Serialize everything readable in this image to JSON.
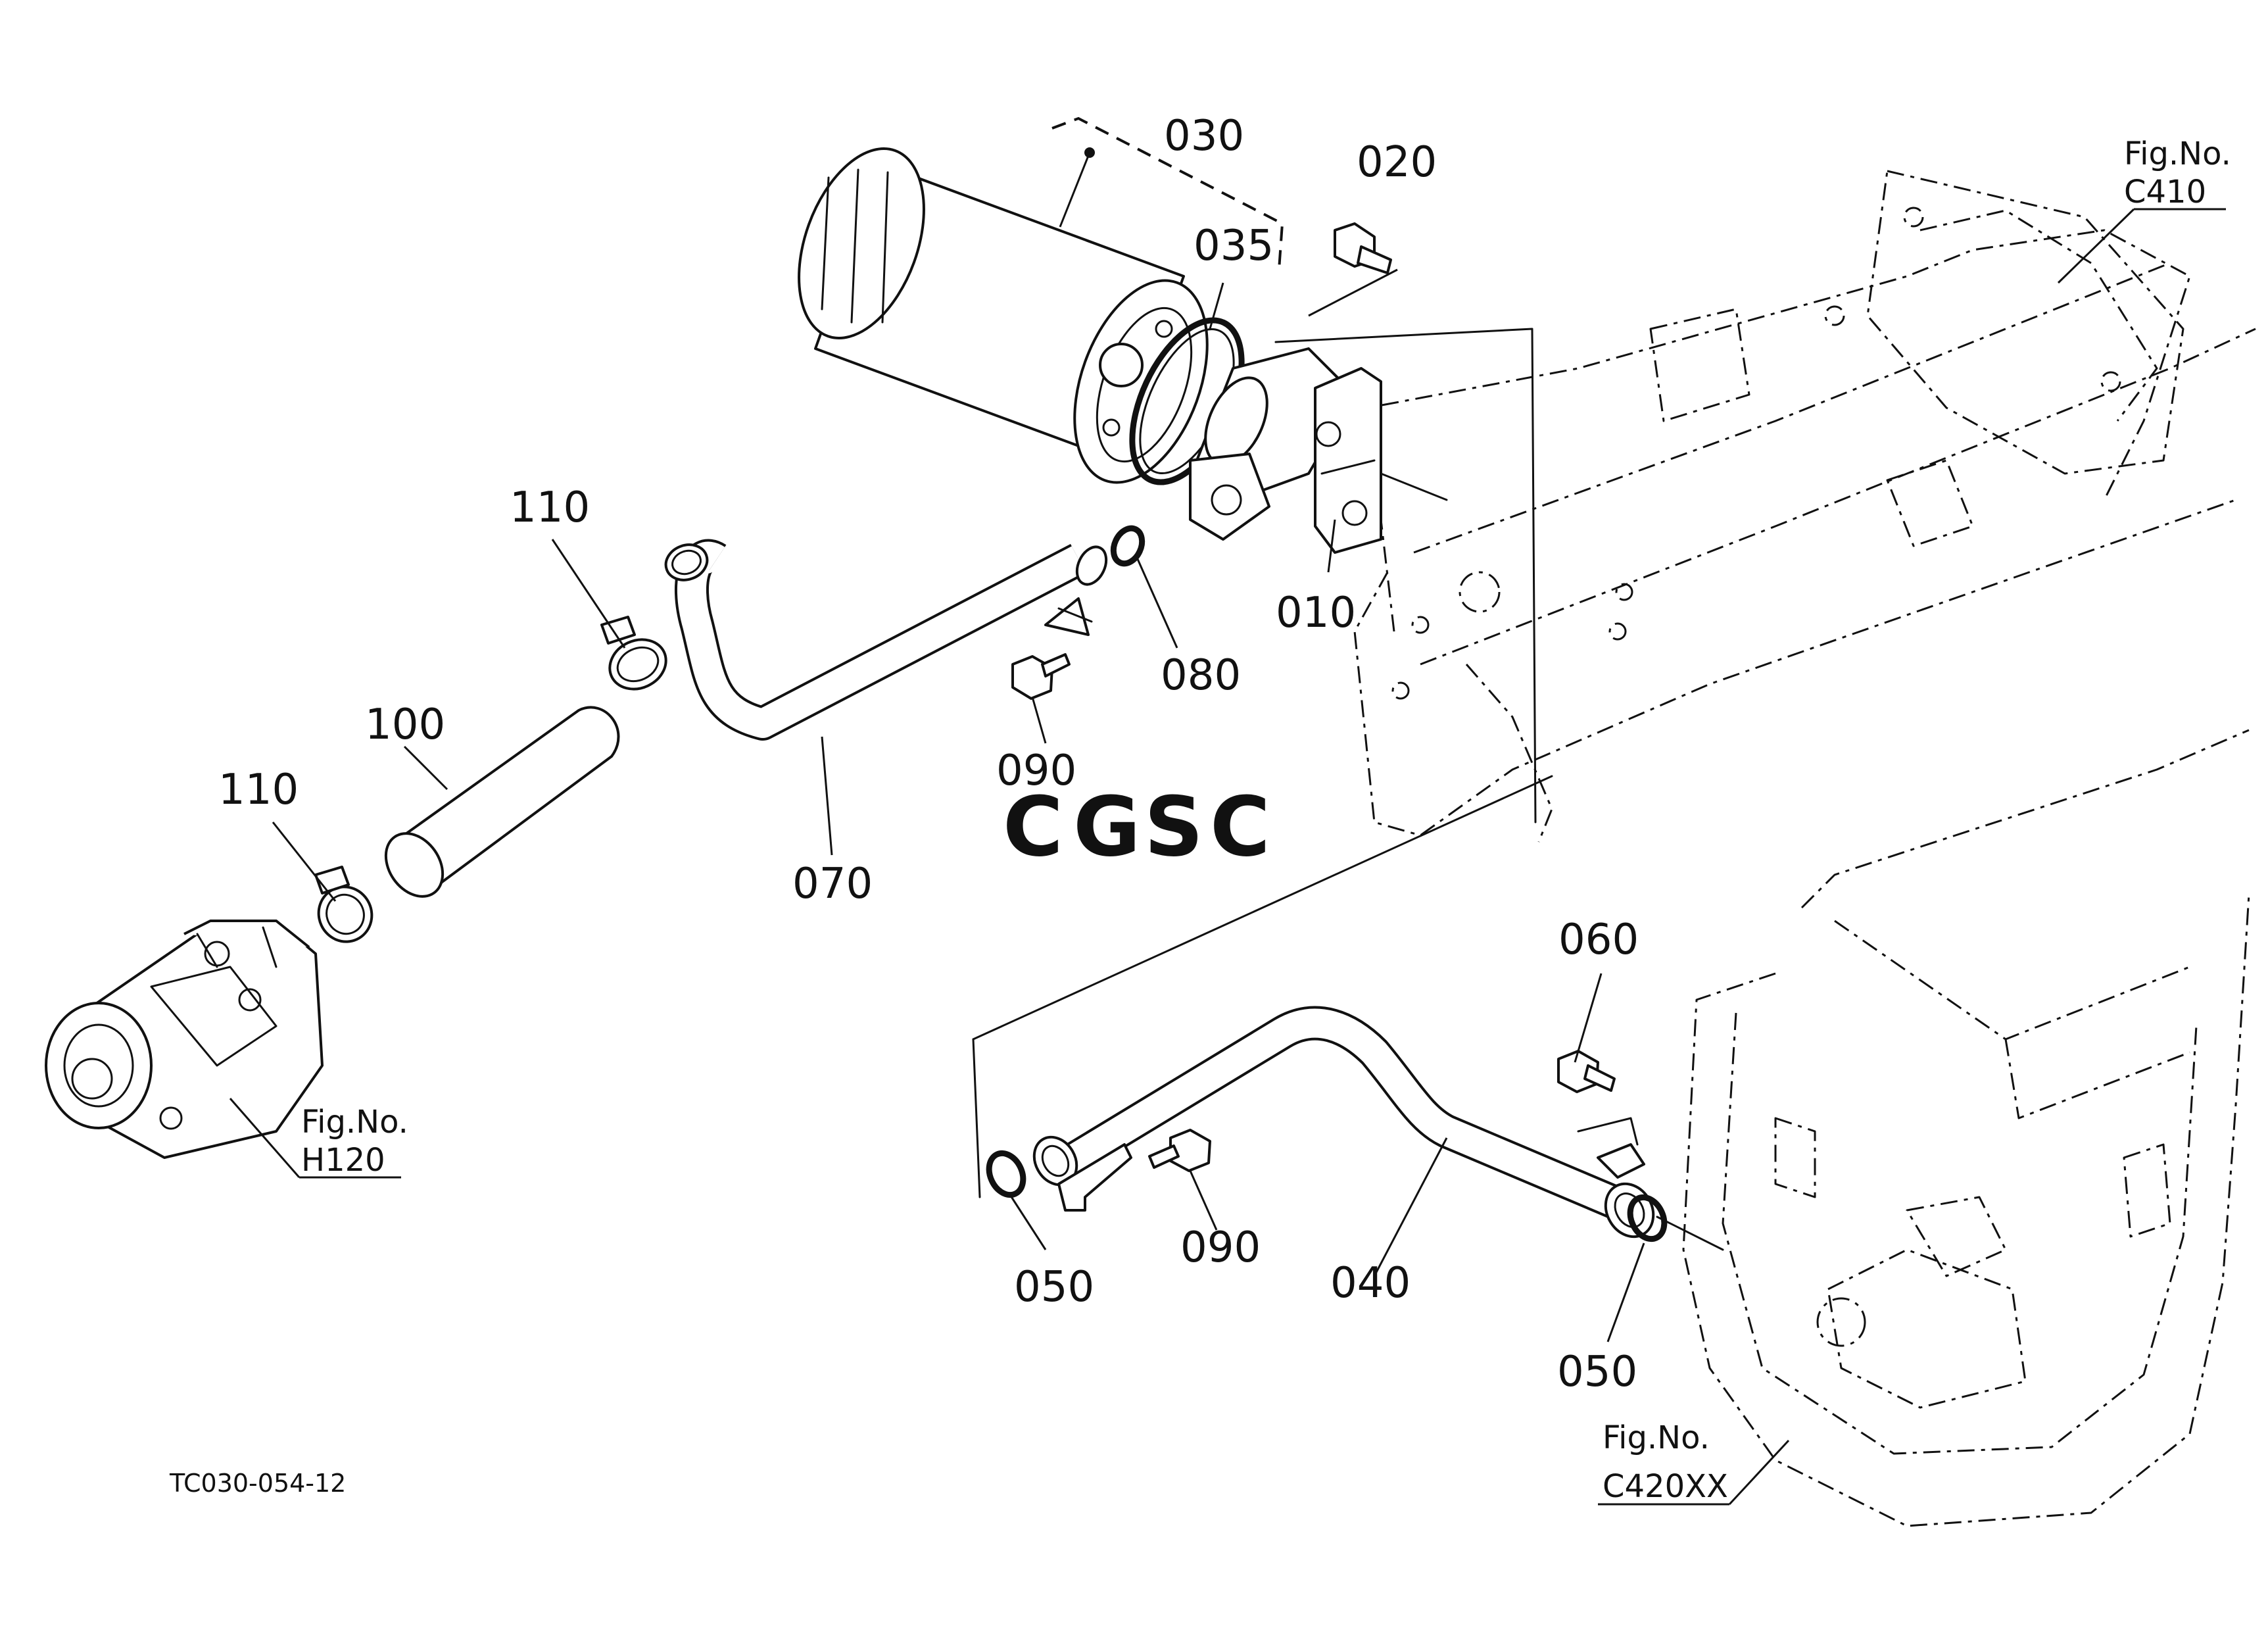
{
  "drawing_code": "TC030-054-12",
  "watermark": {
    "letters": [
      "C",
      "G",
      "S",
      "C"
    ],
    "colors": [
      "#7ea8e6",
      "#ef8f87",
      "#f3c95f",
      "#83c7a7"
    ]
  },
  "part_labels": {
    "p010": "010",
    "p020": "020",
    "p030": "030",
    "p035": "035",
    "p040": "040",
    "p050_left": "050",
    "p050_right": "050",
    "p060": "060",
    "p070": "070",
    "p080": "080",
    "p090_upper": "090",
    "p090_lower": "090",
    "p100": "100",
    "p110_upper": "110",
    "p110_lower": "110"
  },
  "figure_refs": {
    "c410": {
      "label": "Fig.No.",
      "number": "C410"
    },
    "h120": {
      "label": "Fig.No.",
      "number": "H120"
    },
    "c420xx": {
      "label": "Fig.No.",
      "number": "C420XX"
    }
  }
}
